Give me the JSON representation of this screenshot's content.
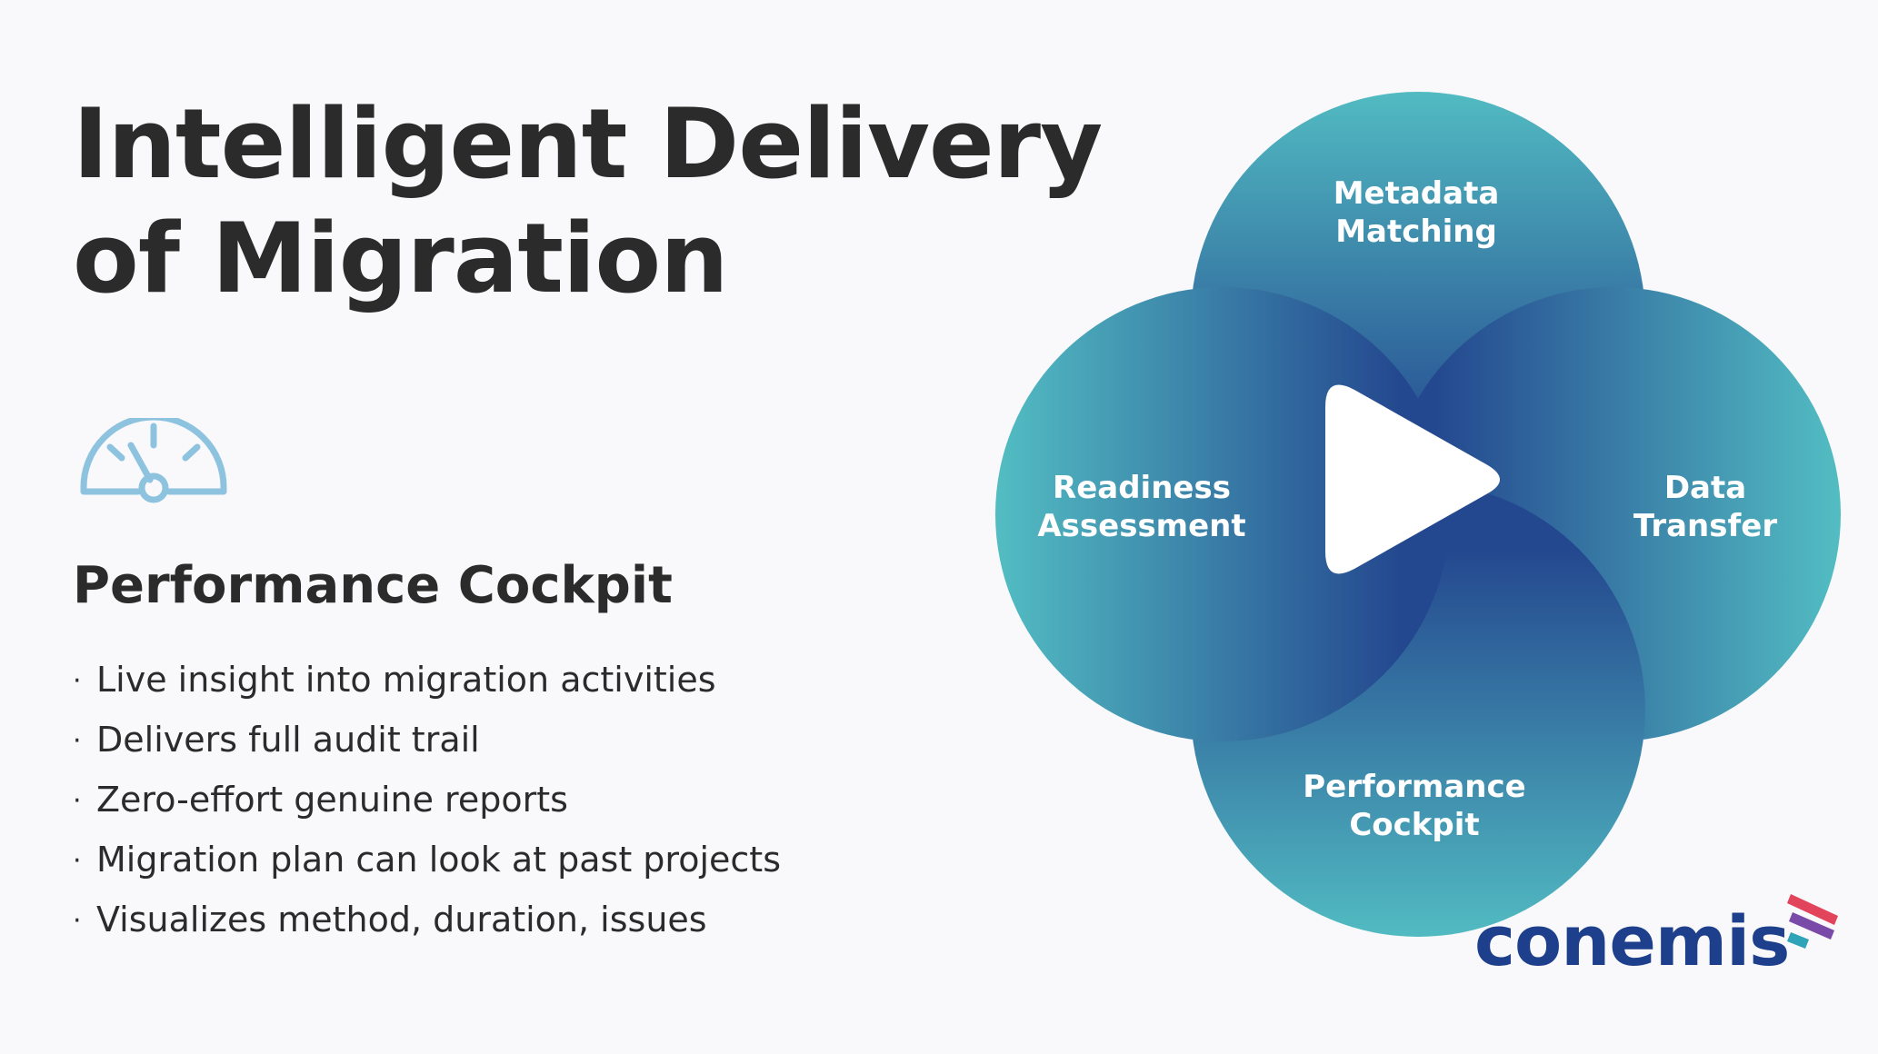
{
  "slide": {
    "title_line1": "Intelligent Delivery",
    "title_line2": "of Migration",
    "icon": "speedometer-gauge-icon",
    "section_title": "Performance Cockpit",
    "bullets": [
      "Live insight into migration activities",
      "Delivers full audit trail",
      "Zero-effort genuine reports",
      "Migration plan can look at past projects",
      "Visualizes method, duration, issues"
    ]
  },
  "diagram": {
    "center_icon": "play-triangle-icon",
    "segments": {
      "top": {
        "line1": "Metadata",
        "line2": "Matching"
      },
      "left": {
        "line1": "Readiness",
        "line2": "Assessment"
      },
      "right": {
        "line1": "Data",
        "line2": "Transfer"
      },
      "bottom": {
        "line1": "Performance",
        "line2": "Cockpit"
      }
    }
  },
  "logo": {
    "text": "conemis"
  },
  "colors": {
    "background": "#f9f9fb",
    "text": "#2b2b2b",
    "teal_light": "#52bcc2",
    "blue_dark": "#24488f",
    "icon": "#8ec3e0",
    "logo_blue": "#1d3f8c",
    "logo_red": "#e2445b",
    "logo_purple": "#7a4aa8",
    "logo_teal": "#2fa3b8"
  }
}
